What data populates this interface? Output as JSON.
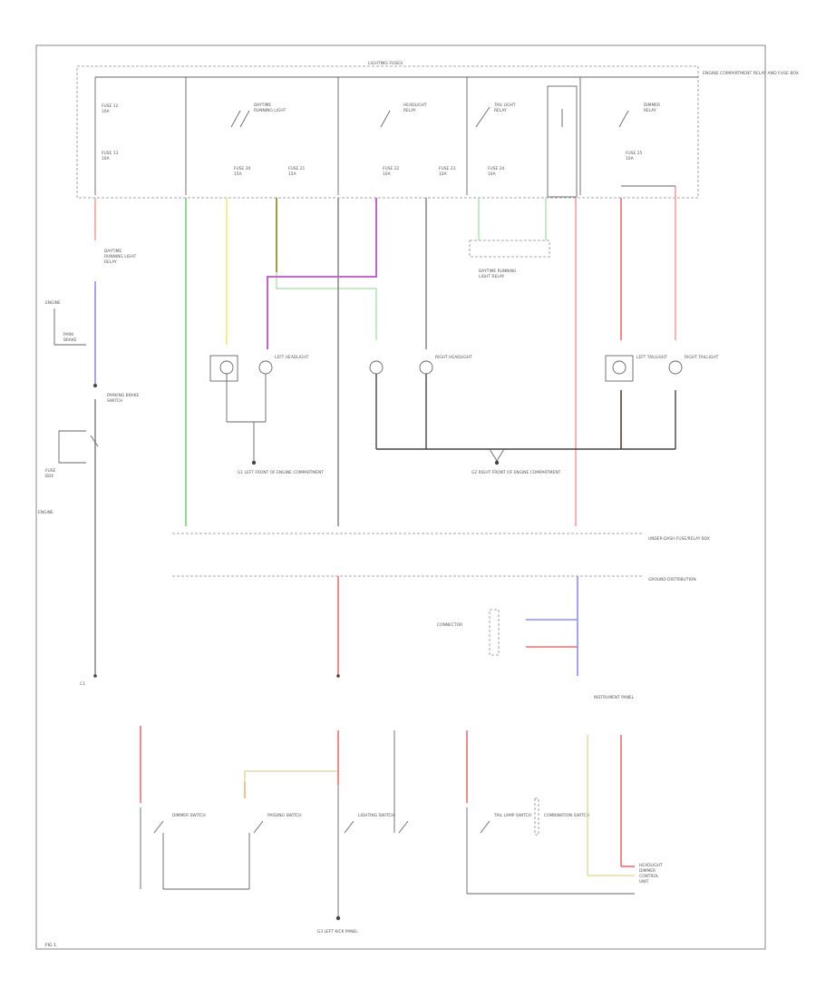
{
  "diagram": {
    "title_hint": "",
    "header_label": "LIGHTING FUSES",
    "footer_code": "FIG 1",
    "top_right_note": "ENGINE COMPARTMENT RELAY AND FUSE BOX",
    "lamps": {
      "left_headlight_a": "LEFT HEADLIGHT",
      "right_headlight_a": "RIGHT HEADLIGHT",
      "left_taillight": "LEFT TAILLIGHT",
      "right_taillight": "RIGHT TAILLIGHT"
    },
    "grounds": {
      "g1": "G1 LEFT FRONT OF ENGINE COMPARTMENT",
      "g2": "G2 RIGHT FRONT OF ENGINE COMPARTMENT",
      "g3": "G3 LEFT KICK PANEL"
    },
    "switches": {
      "dimmer": "DIMMER SWITCH",
      "passing": "PASSING SWITCH",
      "lighting": "LIGHTING SWITCH",
      "tail_lamp": "TAIL LAMP SWITCH",
      "combination": "COMBINATION SWITCH"
    },
    "modules": {
      "daytime_running": "DAYTIME RUNNING LIGHT RELAY",
      "connector": "CONNECTOR",
      "under_dash": "UNDER-DASH FUSE/RELAY BOX",
      "instrument": "INSTRUMENT PANEL",
      "ground_dist": "GROUND DISTRIBUTION"
    }
  }
}
